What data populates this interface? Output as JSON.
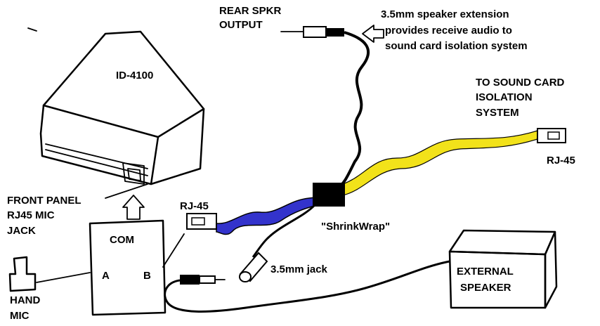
{
  "labels": {
    "rear_spkr_line1": "REAR SPKR",
    "rear_spkr_line2": "OUTPUT",
    "extension_line1": "3.5mm speaker extension",
    "extension_line2": "provides receive audio to",
    "extension_line3": "sound card isolation system",
    "radio_model": "ID-4100",
    "to_sound_line1": "TO SOUND CARD",
    "to_sound_line2": "ISOLATION",
    "to_sound_line3": "SYSTEM",
    "rj45_right": "RJ-45",
    "rj45_left": "RJ-45",
    "front_panel_line1": "FRONT PANEL",
    "front_panel_line2": "RJ45 MIC",
    "front_panel_line3": "JACK",
    "com": "COM",
    "port_a": "A",
    "port_b": "B",
    "shrinkwrap": "\"ShrinkWrap\"",
    "jack_35": "3.5mm jack",
    "external_line1": "EXTERNAL",
    "external_line2": "SPEAKER",
    "hand_mic_line1": "HAND",
    "hand_mic_line2": "MIC"
  },
  "colors": {
    "ink": "#000000",
    "blue_cable": "#3333cc",
    "yellow_cable": "#f2e21a",
    "background": "#ffffff"
  }
}
